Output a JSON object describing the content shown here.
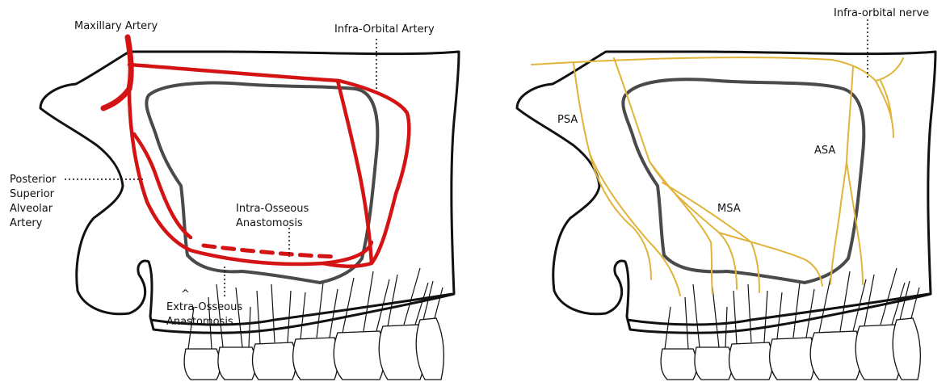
{
  "arterial_panel": {
    "labels": {
      "maxillary_artery": "Maxillary Artery",
      "infra_orbital_artery": "Infra-Orbital Artery",
      "psaa_line1": "Posterior",
      "psaa_line2": "Superior",
      "psaa_line3": "Alveolar",
      "psaa_line4": "Artery",
      "intra_osseous_line1": "Intra-Osseous",
      "intra_osseous_line2": "Anastomosis",
      "extra_osseous_line1": "Extra-Osseous",
      "extra_osseous_line2": "Anastomosis",
      "caret": "^"
    }
  },
  "nerve_panel": {
    "labels": {
      "infra_orbital_nerve": "Infra-orbital nerve",
      "psa": "PSA",
      "asa": "ASA",
      "msa": "MSA"
    }
  },
  "colors": {
    "artery": "#d41414",
    "nerve": "#e0b43a",
    "sinus_outline": "#4a4a4a",
    "bone_outline": "#111111"
  }
}
